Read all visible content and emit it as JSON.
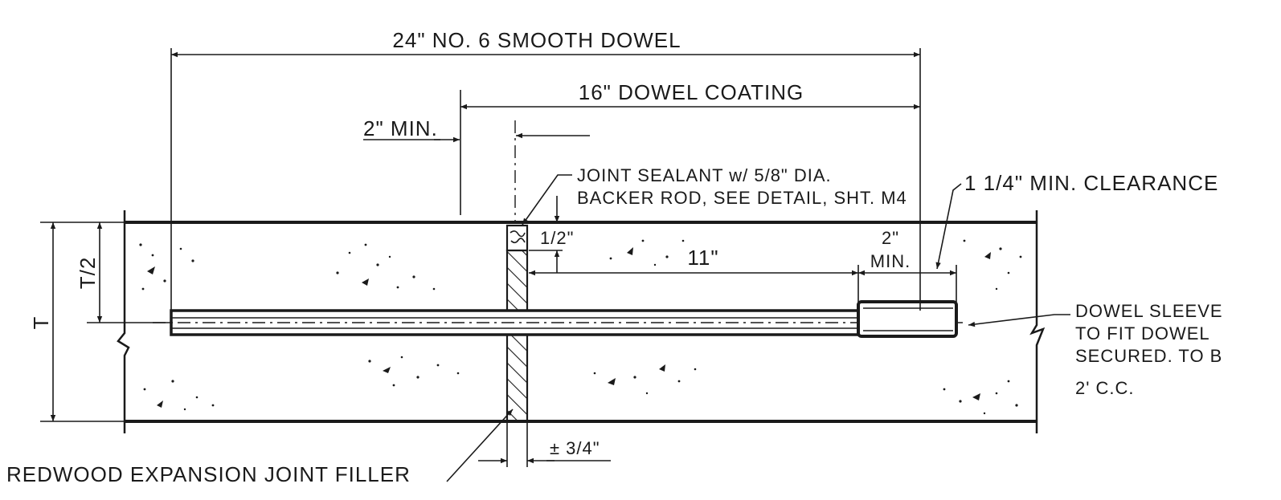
{
  "diagram": {
    "dim_dowel_length": "24\" NO. 6 SMOOTH DOWEL",
    "dim_dowel_coating": "16\" DOWEL COATING",
    "dim_min_embed": "2\" MIN.",
    "sealant_line1": "JOINT SEALANT w/ 5/8\" DIA.",
    "sealant_line2": "BACKER ROD, SEE DETAIL, SHT. M4",
    "clearance": "1 1/4\" MIN. CLEARANCE",
    "dim_sealant_depth": "1/2\"",
    "dim_eleven": "11\"",
    "dim_sleeve_top": "2\"",
    "dim_sleeve_bottom": "MIN.",
    "slab_thickness": "T",
    "half_thickness": "T/2",
    "sleeve_line1": "DOWEL SLEEVE",
    "sleeve_line2": "TO FIT DOWEL",
    "sleeve_line3": "SECURED. TO B",
    "sleeve_line4": "2' C.C.",
    "filler_width": "± 3/4\"",
    "filler_label": "REDWOOD EXPANSION JOINT FILLER"
  }
}
